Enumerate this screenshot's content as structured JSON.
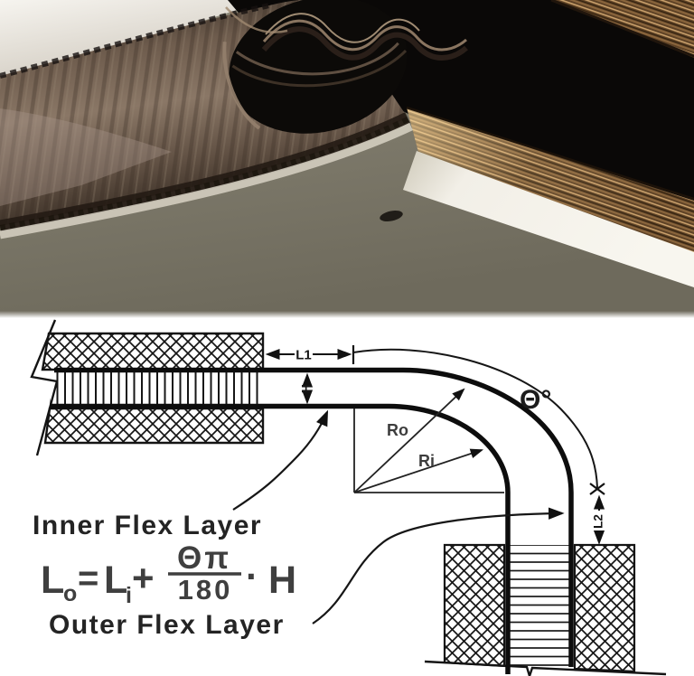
{
  "figure": {
    "photo": {
      "alt": "Close-up photograph of a rigid-flex printed circuit board: brown flexible layers curling in a bend between rigid laminate board sections on an olive-gray board surface",
      "colors": {
        "background_dark": "#0a0807",
        "board_olive": "#7d7869",
        "laminate_brown": "#5e4226",
        "white_layer": "#f2efe7",
        "flex_roll_brown": "#8a7766"
      }
    },
    "diagram": {
      "dimension_labels": {
        "l1": "L1",
        "h": "H",
        "l2": "L2",
        "theta": "Θ°",
        "outer_radius": "Ro",
        "inner_radius": "Ri"
      },
      "annotations": {
        "inner_layer": "Inner Flex Layer",
        "outer_layer": "Outer Flex Layer"
      },
      "formula": {
        "lhs_base": "L",
        "lhs_sub": "o",
        "equals_sign": "=",
        "rhs_base": "L",
        "rhs_sub": "i",
        "plus_sign": "+",
        "fraction_numerator": "Θπ",
        "fraction_denominator": "180",
        "multiply_dot": "·",
        "height_term": "H"
      }
    }
  }
}
